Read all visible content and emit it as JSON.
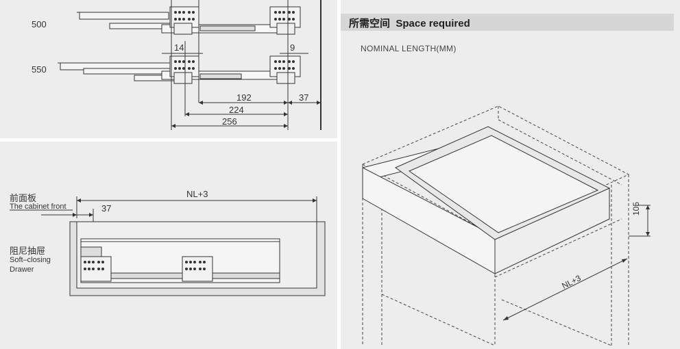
{
  "top_left": {
    "rows": [
      {
        "length": "500"
      },
      {
        "length": "550"
      }
    ],
    "dims": {
      "d14": "14",
      "d9": "9",
      "d192": "192",
      "d37": "37",
      "d224": "224",
      "d256": "256"
    }
  },
  "bottom_left": {
    "front_cn": "前面板",
    "front_en": "The cabinet front",
    "drawer_cn": "阻尼抽屉",
    "drawer_en1": "Soft–closing",
    "drawer_en2": "Drawer",
    "nl": "NL+3",
    "dim37": "37"
  },
  "right": {
    "header_cn": "所需空间",
    "header_en": "Space required",
    "subtitle": "NOMINAL LENGTH(MM)",
    "dim_105": "105",
    "dim_nl": "NL+3"
  }
}
